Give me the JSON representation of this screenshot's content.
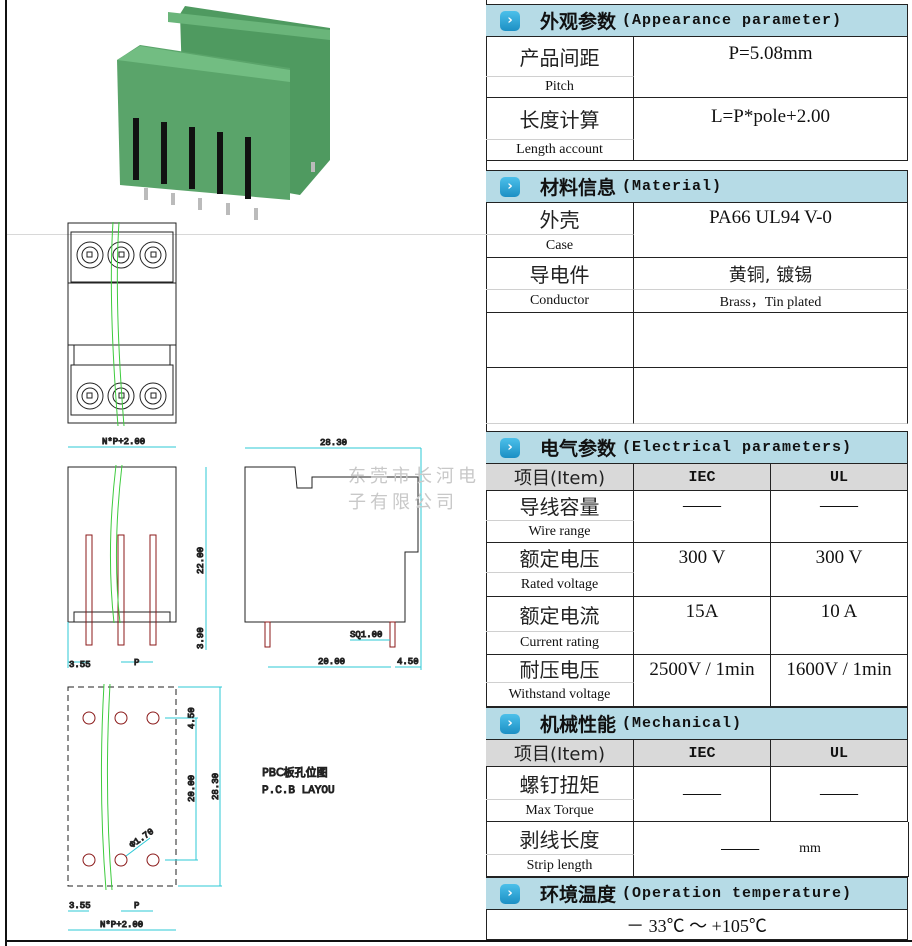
{
  "watermark": "东莞市长河电子有限公司",
  "drawings": {
    "width_formula": "N*P+2.00",
    "length_total": "28.30",
    "height": "22.00",
    "pin_length": "3.90",
    "offset": "3.55",
    "pitch": "P",
    "pin_square": "SQ1.00",
    "pin_spacing": "20.00",
    "pin_offset": "4.50",
    "pcb_top_offset": "4.50",
    "pcb_spacing": "20.00",
    "pcb_total": "28.30",
    "hole_dia": "Φ1.70",
    "pcb_title_zh": "PBC板孔位图",
    "pcb_title_en": "P.C.B LAYOU"
  },
  "appearance": {
    "title_zh": "外观参数",
    "title_en": "(Appearance parameter)",
    "pitch_zh": "产品间距",
    "pitch_en": "Pitch",
    "pitch_val": "P=5.08mm",
    "length_zh": "长度计算",
    "length_en": "Length account",
    "length_val": "L=P*pole+2.00"
  },
  "material": {
    "title_zh": "材料信息",
    "title_en": "(Material)",
    "case_zh": "外壳",
    "case_en": "Case",
    "case_val": "PA66 UL94 V-0",
    "cond_zh": "导电件",
    "cond_en": "Conductor",
    "cond_val_zh": "黄铜, 镀锡",
    "cond_val_en": "Brass，Tin plated"
  },
  "electrical": {
    "title_zh": "电气参数",
    "title_en": "(Electrical parameters)",
    "col_item": "项目(Item)",
    "col_iec": "IEC",
    "col_ul": "UL",
    "rows": [
      {
        "zh": "导线容量",
        "en": "Wire range",
        "iec": "——",
        "ul": "——"
      },
      {
        "zh": "额定电压",
        "en": "Rated voltage",
        "iec": "300 V",
        "ul": "300 V"
      },
      {
        "zh": "额定电流",
        "en": "Current rating",
        "iec": "15A",
        "ul": "10  A"
      },
      {
        "zh": "耐压电压",
        "en": "Withstand voltage",
        "iec": "2500V / 1min",
        "ul": "1600V / 1min"
      }
    ]
  },
  "mechanical": {
    "title_zh": "机械性能",
    "title_en": "(Mechanical)",
    "col_item": "项目(Item)",
    "col_iec": "IEC",
    "col_ul": "UL",
    "torque_zh": "螺钉扭矩",
    "torque_en": "Max Torque",
    "torque_iec": "——",
    "torque_ul": "——",
    "strip_zh": "剥线长度",
    "strip_en": "Strip length",
    "strip_val": "——",
    "strip_unit": "mm"
  },
  "temperature": {
    "title_zh": "环境温度",
    "title_en": "(Operation temperature)",
    "value": "－ 33℃ ～ +105℃"
  },
  "colors": {
    "header_bg": "#b6dbe6",
    "product_green": "#5aa46a",
    "dim_line": "#2cc9d6",
    "break_line": "#3ecb3e"
  }
}
